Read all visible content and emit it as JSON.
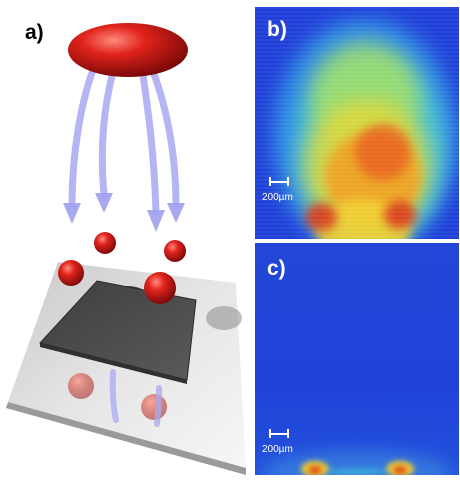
{
  "panels": {
    "a": {
      "label": "a)"
    },
    "b": {
      "label": "b)",
      "scale_bar": "200µm"
    },
    "c": {
      "label": "c)",
      "scale_bar": "200µm"
    }
  },
  "colors": {
    "droplet_red": "#c8161a",
    "arrow_lavender": "#a9a9f2",
    "sample_gray": "#4b4b4b",
    "heatmap_background": "#1f3fd8",
    "heatmap_mid": "#e6d830",
    "heatmap_hot": "#e44a18"
  },
  "icons": {
    "panel_a": [
      "droplet-source-icon",
      "flow-arrow-icon",
      "droplet-icon",
      "substrate-plate-icon",
      "sample-square-icon"
    ]
  }
}
